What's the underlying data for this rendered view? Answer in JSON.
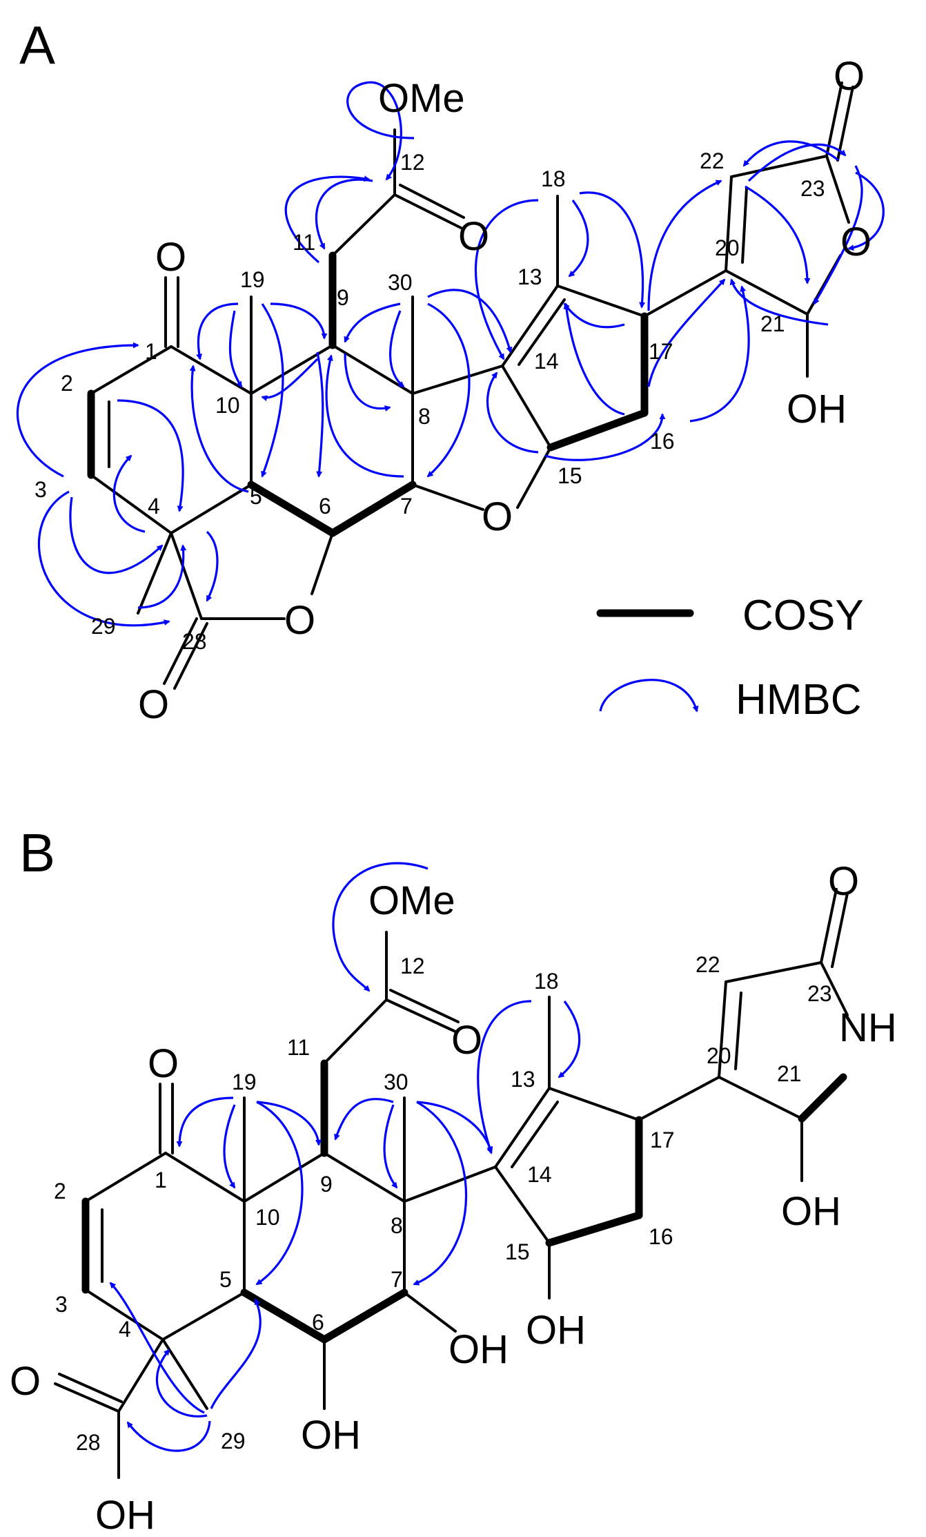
{
  "panels": [
    {
      "label": "A",
      "atoms": {
        "O": "O",
        "OMe": "OMe",
        "OH": "OH"
      },
      "numbers": [
        "1",
        "2",
        "3",
        "4",
        "5",
        "6",
        "7",
        "8",
        "9",
        "10",
        "11",
        "12",
        "13",
        "14",
        "15",
        "16",
        "17",
        "18",
        "19",
        "20",
        "21",
        "22",
        "23",
        "28",
        "29",
        "30"
      ]
    },
    {
      "label": "B",
      "atoms": {
        "O": "O",
        "OMe": "OMe",
        "OH": "OH",
        "NH": "NH"
      },
      "numbers": [
        "1",
        "2",
        "3",
        "4",
        "5",
        "6",
        "7",
        "8",
        "9",
        "10",
        "11",
        "12",
        "13",
        "14",
        "15",
        "16",
        "17",
        "18",
        "19",
        "20",
        "21",
        "22",
        "23",
        "28",
        "29",
        "30"
      ]
    }
  ],
  "legend": {
    "cosy": "COSY",
    "hmbc": "HMBC"
  },
  "colors": {
    "bond": "#000000",
    "hmbc": "#0000ff"
  }
}
